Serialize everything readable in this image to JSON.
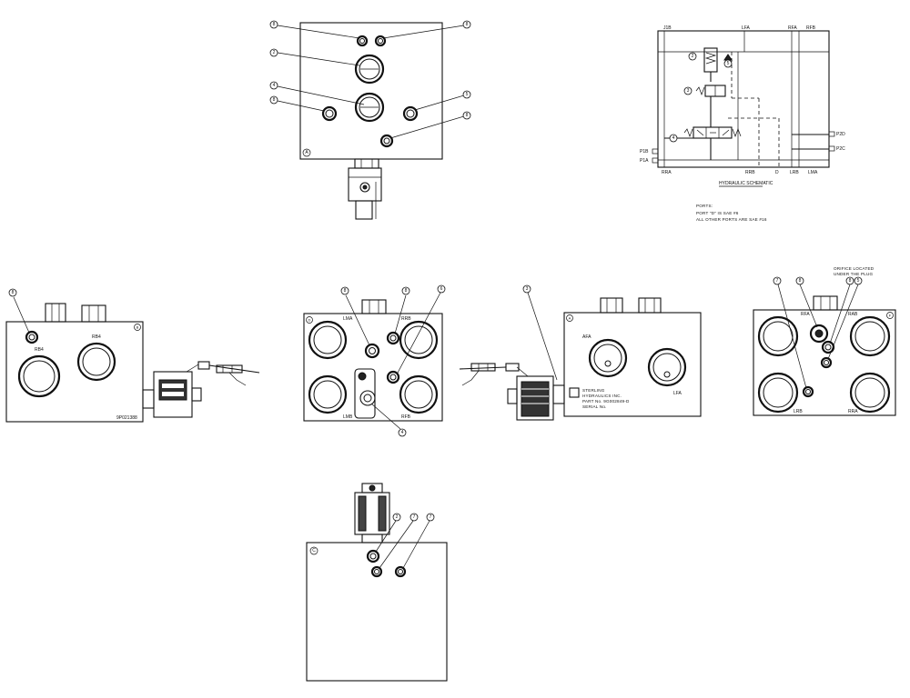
{
  "schematic": {
    "ports_top": [
      "J1B",
      "LFA",
      "RFA",
      "RFB"
    ],
    "ports_bottom": [
      "RRA",
      "RRB",
      "D",
      "LRB",
      "LMA"
    ],
    "ports_left": [
      "P1B",
      "P1A"
    ],
    "ports_right": [
      "P2D",
      "P2C"
    ],
    "callouts": [
      "2",
      "5",
      "3",
      "4"
    ],
    "caption": "HYDRAULIC SCHEMATIC"
  },
  "notes": {
    "heading": "PORTS:",
    "line1": "PORT \"D\" IS SAE #6",
    "line2": "ALL OTHER PORTS ARE SAE #16"
  },
  "view_a": {
    "corner_letter": "A",
    "callouts": [
      "8",
      "8",
      "2",
      "4",
      "8",
      "5",
      "8"
    ]
  },
  "view_left": {
    "corner_letter": "B",
    "port_labels": [
      "RB4",
      "RB4"
    ],
    "callout": "8",
    "drawing_number": "9P021388"
  },
  "view_center": {
    "corner_letter": "D",
    "port_labels": [
      "LMA",
      "RRB",
      "LMB",
      "RFB"
    ],
    "callouts": [
      "8",
      "8",
      "6",
      "4"
    ]
  },
  "view_right_center": {
    "corner_letter": "A",
    "port_labels": [
      "AFA",
      "LFA"
    ],
    "callout": "3",
    "nameplate": {
      "company1": "STERLING",
      "company2": "HYDRAULICS INC.",
      "part": "PART No. 9G002849-D",
      "serial": "SERIAL No."
    }
  },
  "view_far_right": {
    "corner_letter": "F",
    "port_labels": [
      "RFA",
      "RAB",
      "LRB",
      "RRA"
    ],
    "callouts": [
      "7",
      "8",
      "8",
      "5"
    ],
    "orifice_note_1": "ORIFICE LOCATED",
    "orifice_note_2": "UNDER THE PLUG"
  },
  "view_bottom": {
    "corner_letter": "C",
    "callouts": [
      "2",
      "7",
      "7"
    ]
  }
}
